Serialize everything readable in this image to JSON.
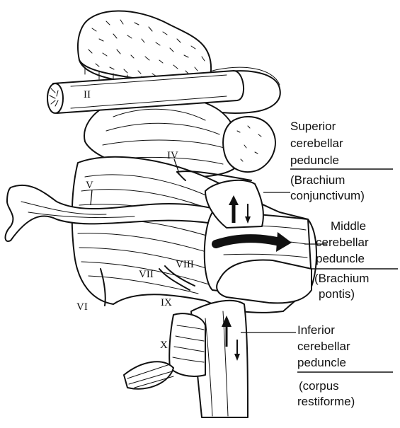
{
  "labels": {
    "superior": [
      "Superior",
      "cerebellar",
      "peduncle"
    ],
    "superior_alt": [
      "(Brachium",
      "conjunctivum)"
    ],
    "middle": [
      "Middle",
      "cerebellar",
      "peduncle"
    ],
    "middle_alt": [
      "(Brachium",
      "pontis)"
    ],
    "inferior": [
      "Inferior",
      "cerebellar",
      "peduncle"
    ],
    "inferior_alt": [
      "(corpus",
      "restiforme)"
    ]
  },
  "nerves": {
    "II": "II",
    "IV": "IV",
    "V": "V",
    "VI": "VI",
    "VII": "VII",
    "VIII": "VIII",
    "IX": "IX",
    "X": "X"
  }
}
